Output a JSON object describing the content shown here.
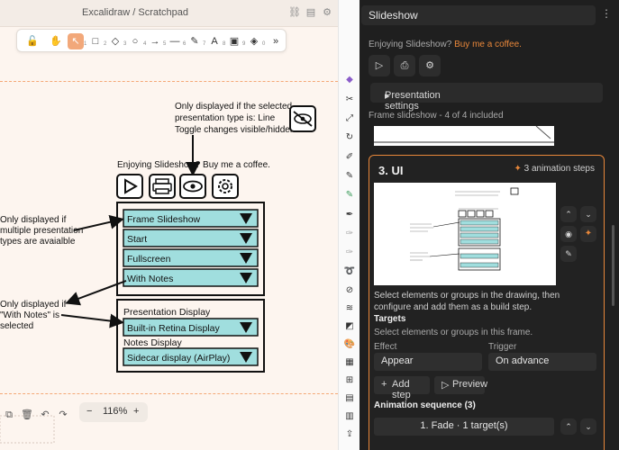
{
  "app": {
    "title": "Excalidraw / Scratchpad"
  },
  "toolbar": {
    "tools": [
      {
        "icon": "lock-icon",
        "glyph": "🔓"
      },
      {
        "icon": "hand-icon",
        "glyph": "✋"
      },
      {
        "icon": "pointer-icon",
        "glyph": "↖",
        "sub": "1"
      },
      {
        "icon": "rectangle-icon",
        "glyph": "□",
        "sub": "2"
      },
      {
        "icon": "diamond-icon",
        "glyph": "◇",
        "sub": "3"
      },
      {
        "icon": "ellipse-icon",
        "glyph": "○",
        "sub": "4"
      },
      {
        "icon": "arrow-icon",
        "glyph": "→",
        "sub": "5"
      },
      {
        "icon": "line-icon",
        "glyph": "—",
        "sub": "6"
      },
      {
        "icon": "pencil-icon",
        "glyph": "✎",
        "sub": "7"
      },
      {
        "icon": "text-icon",
        "glyph": "A",
        "sub": "8"
      },
      {
        "icon": "image-icon",
        "glyph": "▣",
        "sub": "9"
      },
      {
        "icon": "eraser-icon",
        "glyph": "◈",
        "sub": "0"
      },
      {
        "icon": "more-tools-icon",
        "glyph": "»"
      }
    ]
  },
  "drawing": {
    "note_top": [
      "Only displayed if the selected",
      "presentation type is: Line",
      "Toggle changes visible/hidden"
    ],
    "note_left1": [
      "Only displayed if",
      "multiple presentation",
      "types are avaialble"
    ],
    "note_left2": [
      "Only displayed if",
      "\"With Notes\" is",
      "selected"
    ],
    "enjoying": "Enjoying Slideshow? Buy me a coffee.",
    "dropdowns": [
      "Frame Slideshow",
      "Start",
      "Fullscreen",
      "With Notes"
    ],
    "presentation_display_label": "Presentation Display",
    "presentation_display_value": "Built-in Retina Display",
    "notes_display_label": "Notes Display",
    "notes_display_value": "Sidecar display (AirPlay)"
  },
  "bottom_bar": {
    "zoom": "116%",
    "zoom_out": "−",
    "zoom_in": "+"
  },
  "panel": {
    "tab_title": "Slideshow",
    "enjoying_prefix": "Enjoying Slideshow?",
    "enjoying_link": "Buy me a coffee.",
    "presentation_settings": "Presentation settings",
    "frame_summary": "Frame slideshow - 4 of 4 included",
    "step_title": "3. UI",
    "animation_steps": "3 animation steps",
    "instructions": "Select elements or groups in the drawing, then configure and add them as a build step.",
    "targets_label": "Targets",
    "targets_hint": "Select elements or groups in this frame.",
    "effect_label": "Effect",
    "effect_value": "Appear",
    "trigger_label": "Trigger",
    "trigger_value": "On advance",
    "add_step": "Add step",
    "preview": "Preview",
    "sequence_label": "Animation sequence (3)",
    "sequence_item": "1. Fade · 1 target(s)"
  },
  "colors": {
    "accent": "#e8873a",
    "cyan": "#a0dede",
    "canvas_bg": "#fdf5ef",
    "panel_bg": "#1f1f1f"
  }
}
